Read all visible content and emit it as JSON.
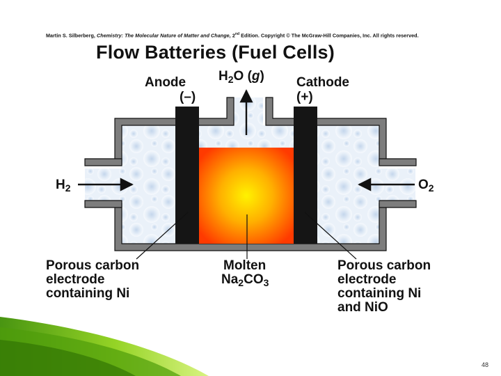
{
  "credit": {
    "author": "Martin S. Silberberg,",
    "book": "Chemistry: The Molecular Nature of Matter and Change,",
    "edition_num": "2",
    "edition_sup": "nd",
    "edition_rest": "Edition.  Copyright © The McGraw-Hill Companies, Inc. All rights reserved."
  },
  "title": "Flow Batteries (Fuel Cells)",
  "labels": {
    "anode_line1": "Anode",
    "anode_line2": "(–)",
    "cathode_line1": "Cathode",
    "cathode_line2": "(+)",
    "water_h": "H",
    "water_sub": "2",
    "water_o": "O (",
    "water_state": "g",
    "water_close": ")",
    "h2_h": "H",
    "h2_sub": "2",
    "o2_o": "O",
    "o2_sub": "2"
  },
  "captions": {
    "left": [
      "Porous carbon",
      "electrode",
      "containing Ni"
    ],
    "middle_line1": "Molten",
    "middle_na": "Na",
    "middle_sub1": "2",
    "middle_co": "CO",
    "middle_sub2": "3",
    "right": [
      "Porous carbon",
      "electrode",
      "containing Ni",
      "and NiO"
    ]
  },
  "slide_number": "48",
  "colors": {
    "wall": "#7d7d7d",
    "wall_edge": "#111111",
    "electrode": "#151515",
    "electrolyte_center": "#ffe600",
    "electrolyte_edge": "#ff3a00",
    "gas_fill": "#dfe9f5",
    "accent_green": "#8fd11a"
  }
}
